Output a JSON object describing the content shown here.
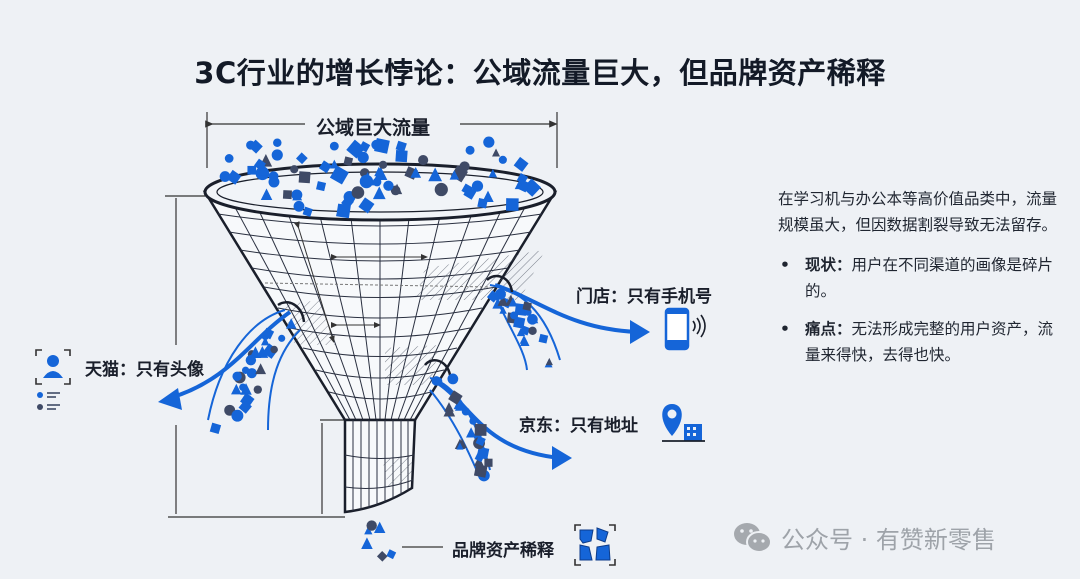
{
  "title": "3C行业的增长悖论：公域流量巨大，但品牌资产稀释",
  "funnel": {
    "top_label": "公域巨大流量",
    "bottom_label": "品牌资产稀释"
  },
  "channels": [
    {
      "name": "天猫",
      "label": "天猫：只有头像",
      "icon": "user-profile-icon"
    },
    {
      "name": "门店",
      "label": "门店：只有手机号",
      "icon": "smartphone-icon"
    },
    {
      "name": "京东",
      "label": "京东：只有地址",
      "icon": "location-building-icon"
    }
  ],
  "side_panel": {
    "intro": "在学习机与办公本等高价值品类中，流量规模虽大，但因数据割裂导致无法留存。",
    "bullets": [
      {
        "term": "现状",
        "sep": "：",
        "text": "用户在不同渠道的画像是碎片的。"
      },
      {
        "term": "痛点",
        "sep": "：",
        "text": "无法形成完整的用户资产，流量来得快，去得也快。"
      }
    ],
    "bullet_glyph": "•"
  },
  "watermark": {
    "text": "公众号 · 有赞新零售",
    "icon": "wechat-icon"
  },
  "colors": {
    "background": "#eef1f5",
    "primary_blue": "#1565d8",
    "dark_slate": "#3f4a66",
    "line": "#1a1f2b",
    "watermark": "#9ea3a9"
  }
}
